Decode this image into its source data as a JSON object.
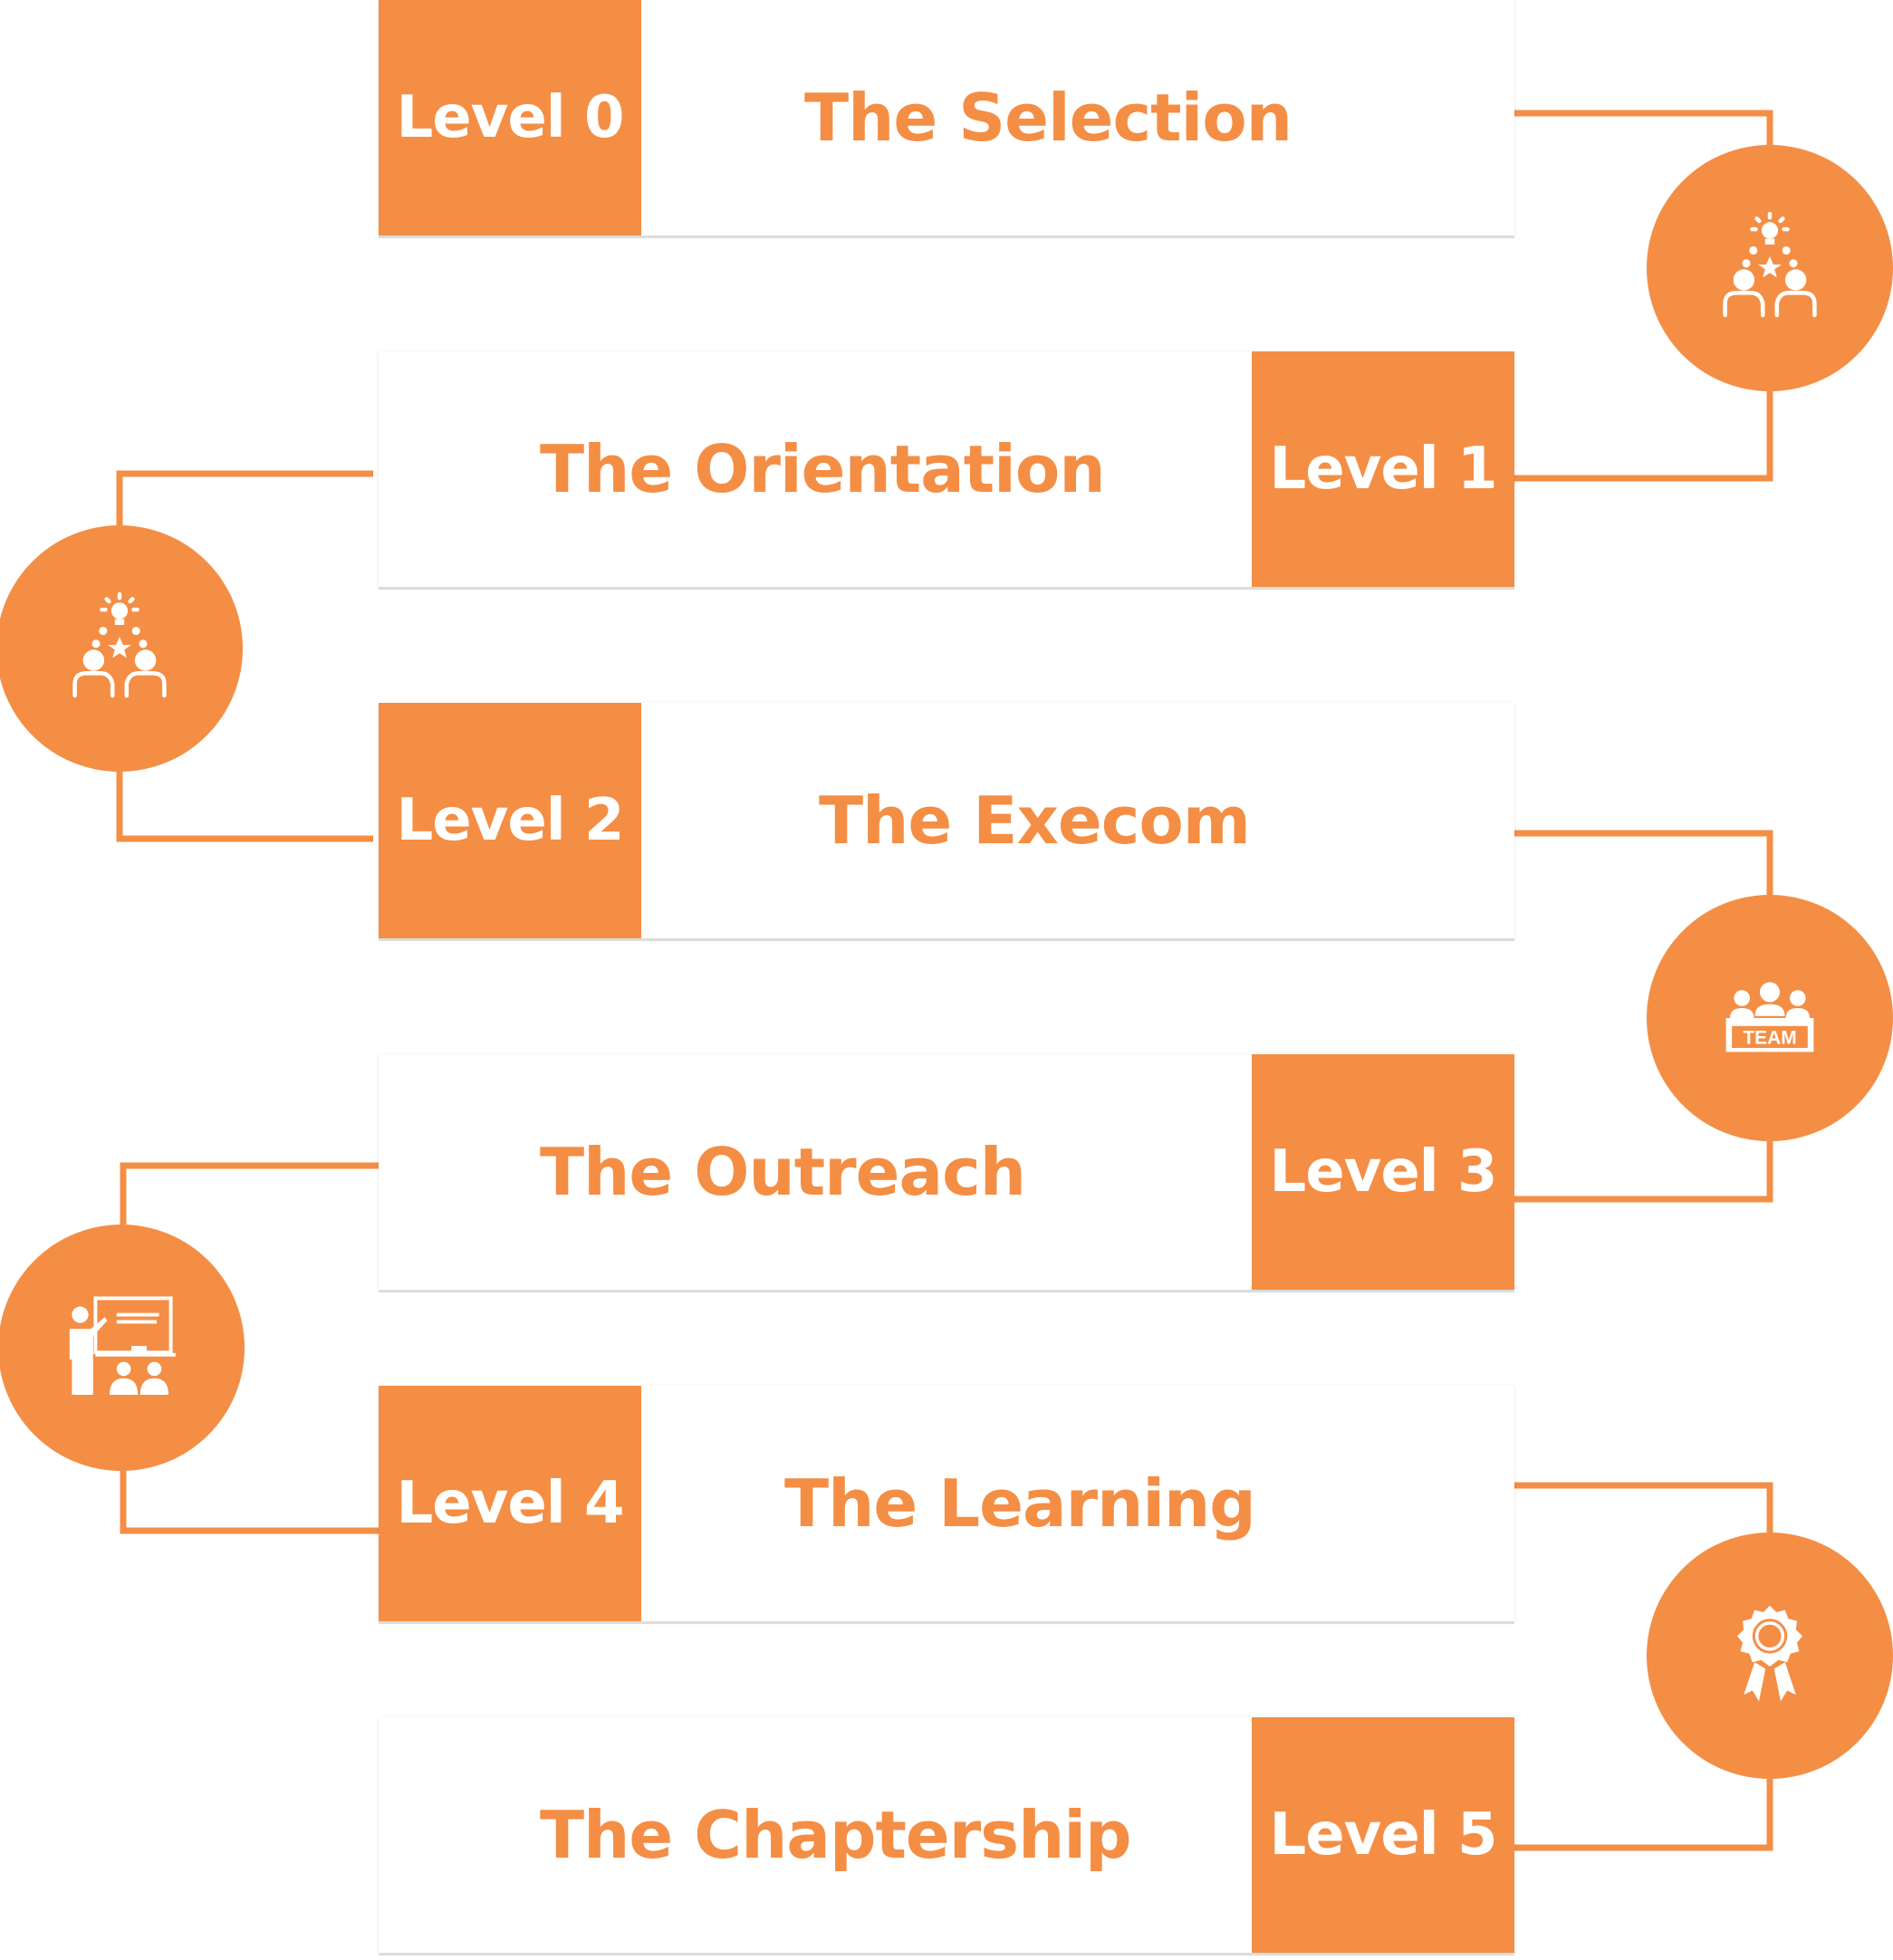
{
  "colors": {
    "accent": "#f48e45",
    "background": "#ffffff"
  },
  "steps": [
    {
      "level": "Level 0",
      "title": "The Selection"
    },
    {
      "level": "Level 1",
      "title": "The Orientation"
    },
    {
      "level": "Level 2",
      "title": "The Execom"
    },
    {
      "level": "Level 3",
      "title": "The Outreach"
    },
    {
      "level": "Level 4",
      "title": "The Learning"
    },
    {
      "level": "Level 5",
      "title": "The Chaptership"
    }
  ],
  "icons": [
    {
      "name": "team-idea-icon"
    },
    {
      "name": "team-idea-icon"
    },
    {
      "name": "team-icon",
      "label": "TEAM"
    },
    {
      "name": "teacher-classroom-icon"
    },
    {
      "name": "award-ribbon-icon"
    }
  ]
}
